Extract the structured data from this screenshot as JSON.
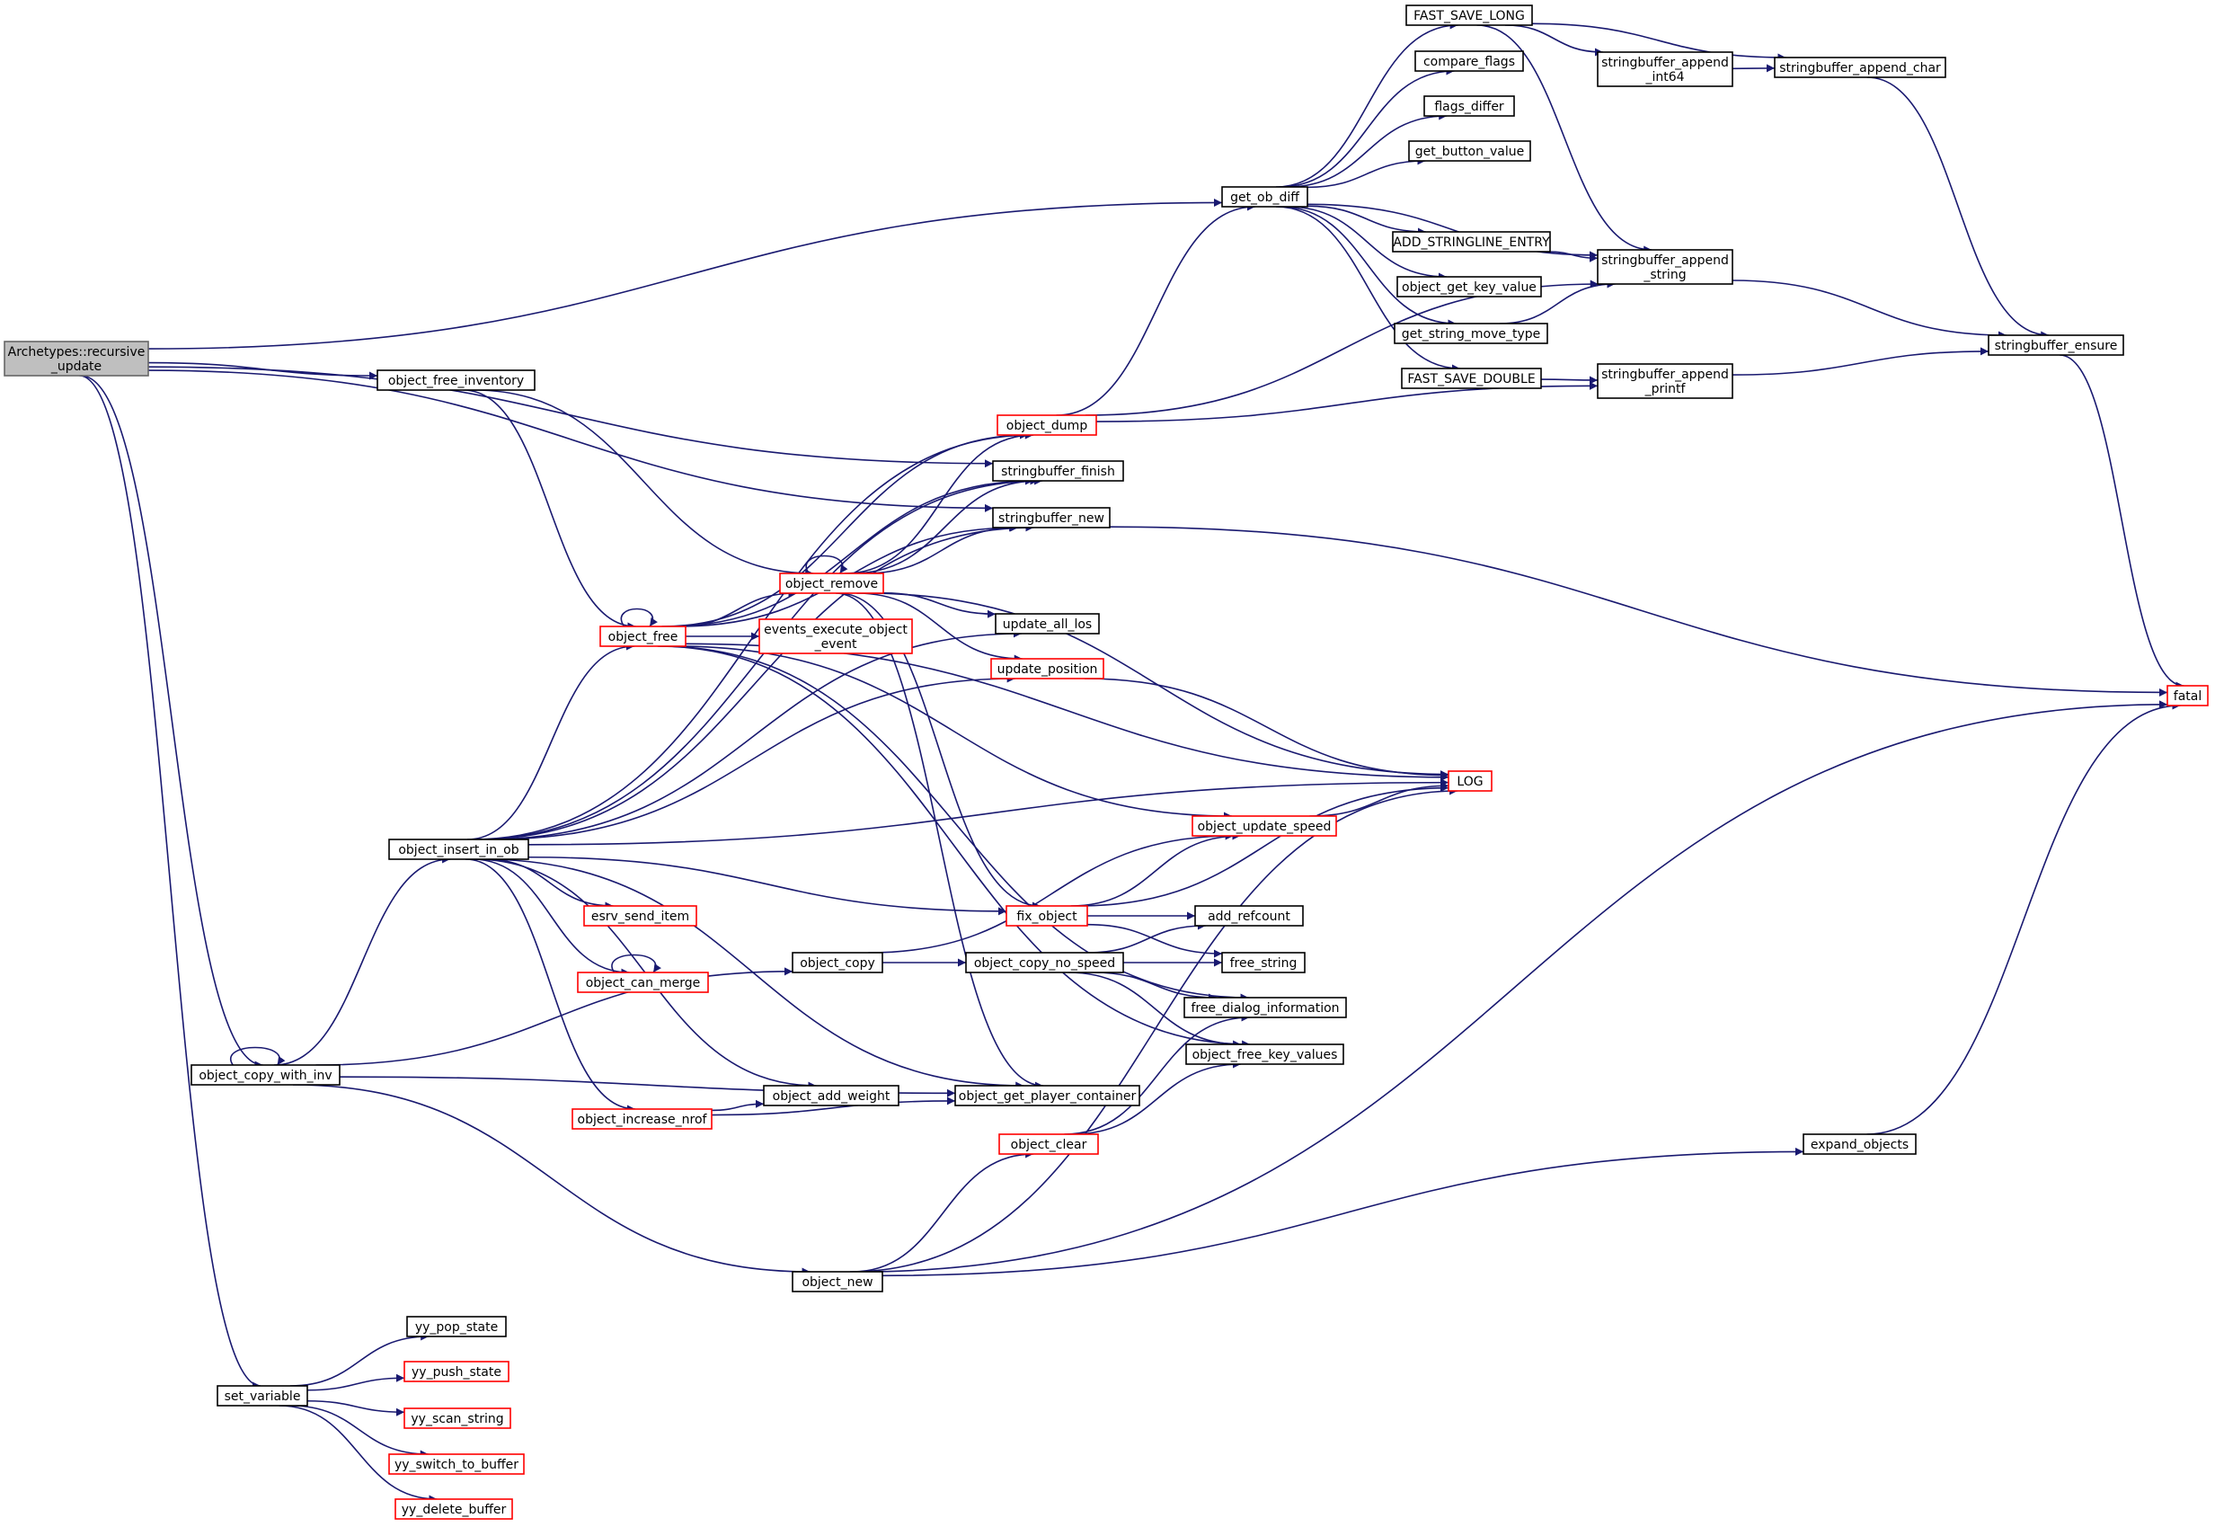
{
  "colors": {
    "edge": "#191970",
    "node_border_normal": "#000000",
    "node_border_red": "#ff0000",
    "node_fill": "#ffffff",
    "root_fill": "#bfbfbf",
    "root_border": "#666666"
  },
  "nodes": [
    {
      "id": "recursive_update",
      "lines": [
        "Archetypes::recursive",
        "_update"
      ],
      "style": "root"
    },
    {
      "id": "get_ob_diff",
      "lines": [
        "get_ob_diff"
      ],
      "style": "normal"
    },
    {
      "id": "FAST_SAVE_LONG",
      "lines": [
        "FAST_SAVE_LONG"
      ],
      "style": "normal"
    },
    {
      "id": "compare_flags",
      "lines": [
        "compare_flags"
      ],
      "style": "normal"
    },
    {
      "id": "flags_differ",
      "lines": [
        "flags_differ"
      ],
      "style": "normal"
    },
    {
      "id": "get_button_value",
      "lines": [
        "get_button_value"
      ],
      "style": "normal"
    },
    {
      "id": "ADD_STRINGLINE_ENTRY",
      "lines": [
        "ADD_STRINGLINE_ENTRY"
      ],
      "style": "normal"
    },
    {
      "id": "object_get_key_value",
      "lines": [
        "object_get_key_value"
      ],
      "style": "normal"
    },
    {
      "id": "get_string_move_type",
      "lines": [
        "get_string_move_type"
      ],
      "style": "normal"
    },
    {
      "id": "FAST_SAVE_DOUBLE",
      "lines": [
        "FAST_SAVE_DOUBLE"
      ],
      "style": "normal"
    },
    {
      "id": "stringbuffer_append_int64",
      "lines": [
        "stringbuffer_append",
        "_int64"
      ],
      "style": "normal"
    },
    {
      "id": "stringbuffer_append_char",
      "lines": [
        "stringbuffer_append_char"
      ],
      "style": "normal"
    },
    {
      "id": "stringbuffer_append_string",
      "lines": [
        "stringbuffer_append",
        "_string"
      ],
      "style": "normal"
    },
    {
      "id": "stringbuffer_append_printf",
      "lines": [
        "stringbuffer_append",
        "_printf"
      ],
      "style": "normal"
    },
    {
      "id": "stringbuffer_ensure",
      "lines": [
        "stringbuffer_ensure"
      ],
      "style": "normal"
    },
    {
      "id": "fatal",
      "lines": [
        "fatal"
      ],
      "style": "red"
    },
    {
      "id": "object_free_inventory",
      "lines": [
        "object_free_inventory"
      ],
      "style": "normal"
    },
    {
      "id": "object_dump",
      "lines": [
        "object_dump"
      ],
      "style": "red"
    },
    {
      "id": "stringbuffer_finish",
      "lines": [
        "stringbuffer_finish"
      ],
      "style": "normal"
    },
    {
      "id": "stringbuffer_new",
      "lines": [
        "stringbuffer_new"
      ],
      "style": "normal"
    },
    {
      "id": "object_remove",
      "lines": [
        "object_remove"
      ],
      "style": "red"
    },
    {
      "id": "object_free",
      "lines": [
        "object_free"
      ],
      "style": "red"
    },
    {
      "id": "events_execute_object_event",
      "lines": [
        "events_execute_object",
        "_event"
      ],
      "style": "red"
    },
    {
      "id": "update_all_los",
      "lines": [
        "update_all_los"
      ],
      "style": "normal"
    },
    {
      "id": "update_position",
      "lines": [
        "update_position"
      ],
      "style": "red"
    },
    {
      "id": "LOG",
      "lines": [
        "LOG"
      ],
      "style": "red"
    },
    {
      "id": "object_update_speed",
      "lines": [
        "object_update_speed"
      ],
      "style": "red"
    },
    {
      "id": "object_insert_in_ob",
      "lines": [
        "object_insert_in_ob"
      ],
      "style": "normal"
    },
    {
      "id": "esrv_send_item",
      "lines": [
        "esrv_send_item"
      ],
      "style": "red"
    },
    {
      "id": "fix_object",
      "lines": [
        "fix_object"
      ],
      "style": "red"
    },
    {
      "id": "add_refcount",
      "lines": [
        "add_refcount"
      ],
      "style": "normal"
    },
    {
      "id": "object_can_merge",
      "lines": [
        "object_can_merge"
      ],
      "style": "red"
    },
    {
      "id": "object_copy",
      "lines": [
        "object_copy"
      ],
      "style": "normal"
    },
    {
      "id": "object_copy_no_speed",
      "lines": [
        "object_copy_no_speed"
      ],
      "style": "normal"
    },
    {
      "id": "free_string",
      "lines": [
        "free_string"
      ],
      "style": "normal"
    },
    {
      "id": "free_dialog_information",
      "lines": [
        "free_dialog_information"
      ],
      "style": "normal"
    },
    {
      "id": "object_free_key_values",
      "lines": [
        "object_free_key_values"
      ],
      "style": "normal"
    },
    {
      "id": "object_copy_with_inv",
      "lines": [
        "object_copy_with_inv"
      ],
      "style": "normal"
    },
    {
      "id": "object_add_weight",
      "lines": [
        "object_add_weight"
      ],
      "style": "normal"
    },
    {
      "id": "object_get_player_container",
      "lines": [
        "object_get_player_container"
      ],
      "style": "normal"
    },
    {
      "id": "object_increase_nrof",
      "lines": [
        "object_increase_nrof"
      ],
      "style": "red"
    },
    {
      "id": "object_clear",
      "lines": [
        "object_clear"
      ],
      "style": "red"
    },
    {
      "id": "expand_objects",
      "lines": [
        "expand_objects"
      ],
      "style": "normal"
    },
    {
      "id": "object_new",
      "lines": [
        "object_new"
      ],
      "style": "normal"
    },
    {
      "id": "yy_pop_state",
      "lines": [
        "yy_pop_state"
      ],
      "style": "normal"
    },
    {
      "id": "yy_push_state",
      "lines": [
        "yy_push_state"
      ],
      "style": "red"
    },
    {
      "id": "set_variable",
      "lines": [
        "set_variable"
      ],
      "style": "normal"
    },
    {
      "id": "yy_scan_string",
      "lines": [
        "yy_scan_string"
      ],
      "style": "red"
    },
    {
      "id": "yy_switch_to_buffer",
      "lines": [
        "yy_switch_to_buffer"
      ],
      "style": "red"
    },
    {
      "id": "yy_delete_buffer",
      "lines": [
        "yy_delete_buffer"
      ],
      "style": "red"
    }
  ],
  "edges": [
    {
      "from": "recursive_update",
      "to": "get_ob_diff"
    },
    {
      "from": "recursive_update",
      "to": "stringbuffer_finish"
    },
    {
      "from": "recursive_update",
      "to": "stringbuffer_new"
    },
    {
      "from": "recursive_update",
      "to": "object_free_inventory"
    },
    {
      "from": "recursive_update",
      "to": "object_copy_with_inv"
    },
    {
      "from": "recursive_update",
      "to": "set_variable"
    },
    {
      "from": "get_ob_diff",
      "to": "FAST_SAVE_LONG"
    },
    {
      "from": "get_ob_diff",
      "to": "compare_flags"
    },
    {
      "from": "get_ob_diff",
      "to": "flags_differ"
    },
    {
      "from": "get_ob_diff",
      "to": "get_button_value"
    },
    {
      "from": "get_ob_diff",
      "to": "ADD_STRINGLINE_ENTRY"
    },
    {
      "from": "get_ob_diff",
      "to": "object_get_key_value"
    },
    {
      "from": "get_ob_diff",
      "to": "get_string_move_type"
    },
    {
      "from": "get_ob_diff",
      "to": "FAST_SAVE_DOUBLE"
    },
    {
      "from": "get_ob_diff",
      "to": "stringbuffer_append_string"
    },
    {
      "from": "FAST_SAVE_LONG",
      "to": "stringbuffer_append_int64"
    },
    {
      "from": "FAST_SAVE_LONG",
      "to": "stringbuffer_append_char"
    },
    {
      "from": "FAST_SAVE_LONG",
      "to": "stringbuffer_append_string"
    },
    {
      "from": "stringbuffer_append_int64",
      "to": "stringbuffer_append_char"
    },
    {
      "from": "stringbuffer_append_char",
      "to": "stringbuffer_ensure"
    },
    {
      "from": "ADD_STRINGLINE_ENTRY",
      "to": "stringbuffer_append_string"
    },
    {
      "from": "get_string_move_type",
      "to": "stringbuffer_append_string"
    },
    {
      "from": "FAST_SAVE_DOUBLE",
      "to": "stringbuffer_append_printf"
    },
    {
      "from": "stringbuffer_append_string",
      "to": "stringbuffer_ensure"
    },
    {
      "from": "stringbuffer_append_printf",
      "to": "stringbuffer_ensure"
    },
    {
      "from": "stringbuffer_ensure",
      "to": "fatal"
    },
    {
      "from": "object_free_inventory",
      "to": "object_free"
    },
    {
      "from": "object_free_inventory",
      "to": "object_remove"
    },
    {
      "from": "object_dump",
      "to": "get_ob_diff"
    },
    {
      "from": "object_dump",
      "to": "stringbuffer_append_string"
    },
    {
      "from": "object_dump",
      "to": "stringbuffer_append_printf"
    },
    {
      "from": "stringbuffer_new",
      "to": "fatal"
    },
    {
      "from": "object_remove",
      "to": "object_remove"
    },
    {
      "from": "object_remove",
      "to": "object_dump"
    },
    {
      "from": "object_remove",
      "to": "stringbuffer_finish"
    },
    {
      "from": "object_remove",
      "to": "stringbuffer_new"
    },
    {
      "from": "object_remove",
      "to": "update_all_los"
    },
    {
      "from": "object_remove",
      "to": "update_position"
    },
    {
      "from": "object_remove",
      "to": "LOG"
    },
    {
      "from": "object_remove",
      "to": "fix_object"
    },
    {
      "from": "object_remove",
      "to": "object_get_player_container"
    },
    {
      "from": "object_free",
      "to": "object_free"
    },
    {
      "from": "object_free",
      "to": "object_remove"
    },
    {
      "from": "object_free",
      "to": "events_execute_object_event"
    },
    {
      "from": "object_free",
      "to": "object_dump"
    },
    {
      "from": "object_free",
      "to": "stringbuffer_finish"
    },
    {
      "from": "object_free",
      "to": "stringbuffer_new"
    },
    {
      "from": "object_free",
      "to": "LOG"
    },
    {
      "from": "object_free",
      "to": "object_update_speed"
    },
    {
      "from": "object_free",
      "to": "free_dialog_information"
    },
    {
      "from": "object_free",
      "to": "object_free_key_values"
    },
    {
      "from": "update_position",
      "to": "LOG"
    },
    {
      "from": "object_update_speed",
      "to": "LOG"
    },
    {
      "from": "object_insert_in_ob",
      "to": "object_dump"
    },
    {
      "from": "object_insert_in_ob",
      "to": "stringbuffer_finish"
    },
    {
      "from": "object_insert_in_ob",
      "to": "stringbuffer_new"
    },
    {
      "from": "object_insert_in_ob",
      "to": "object_free"
    },
    {
      "from": "object_insert_in_ob",
      "to": "update_all_los"
    },
    {
      "from": "object_insert_in_ob",
      "to": "update_position"
    },
    {
      "from": "object_insert_in_ob",
      "to": "LOG"
    },
    {
      "from": "object_insert_in_ob",
      "to": "fix_object"
    },
    {
      "from": "object_insert_in_ob",
      "to": "esrv_send_item"
    },
    {
      "from": "object_insert_in_ob",
      "to": "object_can_merge"
    },
    {
      "from": "object_insert_in_ob",
      "to": "object_increase_nrof"
    },
    {
      "from": "object_insert_in_ob",
      "to": "object_add_weight"
    },
    {
      "from": "object_insert_in_ob",
      "to": "object_get_player_container"
    },
    {
      "from": "fix_object",
      "to": "object_update_speed"
    },
    {
      "from": "fix_object",
      "to": "LOG"
    },
    {
      "from": "fix_object",
      "to": "add_refcount"
    },
    {
      "from": "fix_object",
      "to": "free_string"
    },
    {
      "from": "object_can_merge",
      "to": "object_can_merge"
    },
    {
      "from": "object_copy",
      "to": "object_update_speed"
    },
    {
      "from": "object_copy",
      "to": "object_copy_no_speed"
    },
    {
      "from": "object_copy_no_speed",
      "to": "add_refcount"
    },
    {
      "from": "object_copy_no_speed",
      "to": "free_string"
    },
    {
      "from": "object_copy_no_speed",
      "to": "free_dialog_information"
    },
    {
      "from": "object_copy_no_speed",
      "to": "object_free_key_values"
    },
    {
      "from": "object_copy_with_inv",
      "to": "object_copy_with_inv"
    },
    {
      "from": "object_copy_with_inv",
      "to": "object_insert_in_ob"
    },
    {
      "from": "object_copy_with_inv",
      "to": "object_copy"
    },
    {
      "from": "object_copy_with_inv",
      "to": "object_get_player_container"
    },
    {
      "from": "object_copy_with_inv",
      "to": "object_new"
    },
    {
      "from": "object_increase_nrof",
      "to": "object_add_weight"
    },
    {
      "from": "object_increase_nrof",
      "to": "object_get_player_container"
    },
    {
      "from": "object_clear",
      "to": "free_dialog_information"
    },
    {
      "from": "object_clear",
      "to": "object_free_key_values"
    },
    {
      "from": "expand_objects",
      "to": "fatal"
    },
    {
      "from": "object_new",
      "to": "object_clear"
    },
    {
      "from": "object_new",
      "to": "LOG"
    },
    {
      "from": "object_new",
      "to": "expand_objects"
    },
    {
      "from": "object_new",
      "to": "fatal"
    },
    {
      "from": "set_variable",
      "to": "yy_pop_state"
    },
    {
      "from": "set_variable",
      "to": "yy_push_state"
    },
    {
      "from": "set_variable",
      "to": "yy_scan_string"
    },
    {
      "from": "set_variable",
      "to": "yy_switch_to_buffer"
    },
    {
      "from": "set_variable",
      "to": "yy_delete_buffer"
    }
  ]
}
